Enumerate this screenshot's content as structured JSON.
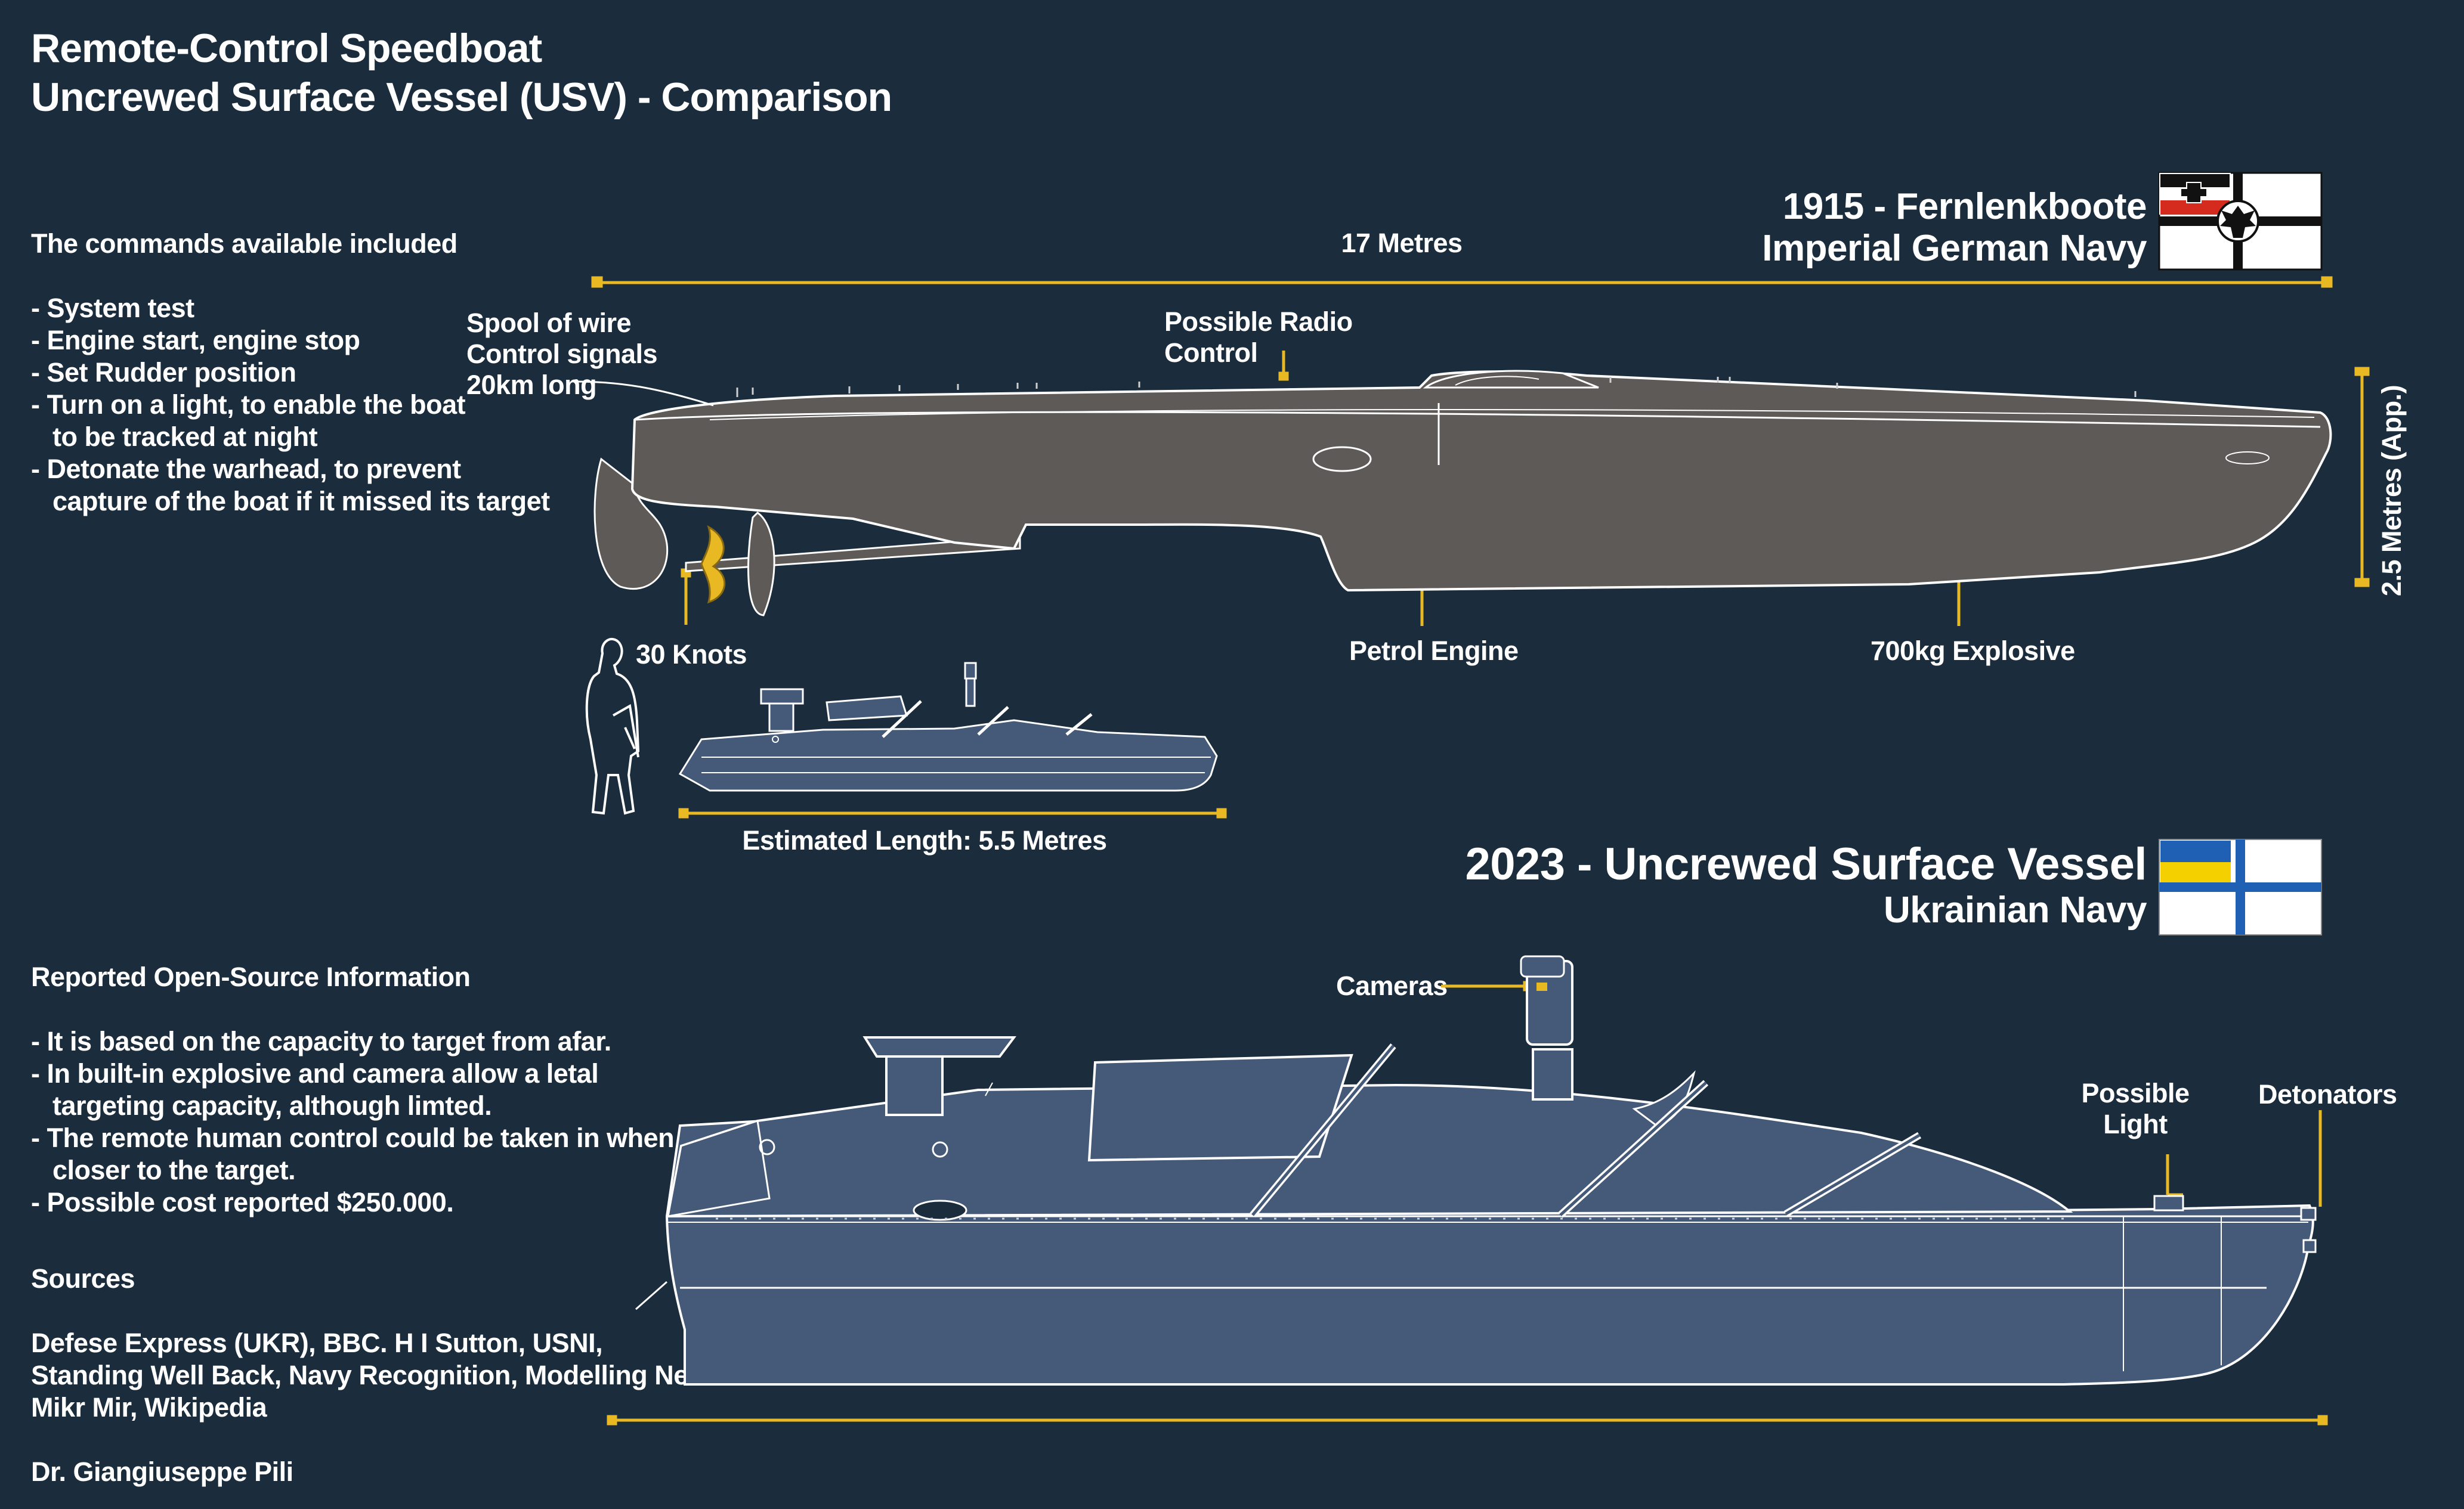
{
  "title": {
    "line1": "Remote-Control Speedboat",
    "line2": "Uncrewed Surface Vessel (USV) - Comparison"
  },
  "commands": {
    "header": "The commands available included",
    "items": [
      "- System test",
      "- Engine start, engine stop",
      "- Set Rudder position",
      "- Turn on a light, to enable the boat",
      "   to be tracked at night",
      "- Detonate the warhead, to prevent",
      "   capture of the boat if it missed its target"
    ]
  },
  "boat1915": {
    "year_name": "1915 - Fernlenkboote",
    "navy": "Imperial German Navy",
    "length_label": "17 Metres",
    "height_label": "2.5 Metres (App.)",
    "labels": {
      "spool": [
        "Spool of wire",
        "Control signals",
        "20km long"
      ],
      "radio": [
        "Possible Radio",
        "Control"
      ],
      "speed": "30 Knots",
      "engine": "Petrol Engine",
      "explosive": "700kg Explosive"
    },
    "flag": "imperial-german-naval-ensign"
  },
  "scale_comparison": {
    "length_label": "Estimated Length: 5.5 Metres"
  },
  "boat2023": {
    "year_name": "2023 - Uncrewed Surface Vessel",
    "navy": "Ukrainian Navy",
    "labels": {
      "cameras": "Cameras",
      "light": [
        "Possible",
        "Light"
      ],
      "detonators": "Detonators"
    },
    "flag": "ukrainian-naval-ensign"
  },
  "osint": {
    "header": "Reported Open-Source Information",
    "items": [
      "- It is based on the capacity to target from afar.",
      "- In built-in explosive and camera allow a letal",
      "   targeting capacity, although limted.",
      "- The remote human control could be taken in when",
      "   closer to the target.",
      "- Possible cost reported $250.000."
    ]
  },
  "sources": {
    "header": "Sources",
    "lines": [
      "Defese Express (UKR), BBC. H I Sutton, USNI,",
      "Standing Well Back, Navy Recognition, Modelling News",
      "Mikr Mir, Wikipedia"
    ],
    "author": "Dr. Giangiuseppe Pili"
  },
  "colors": {
    "background": "#1b2d3c",
    "accent_yellow": "#e8b923",
    "hull_1915": "#5d5a58",
    "hull_2023": "#445a78",
    "outline": "#ffffff"
  }
}
